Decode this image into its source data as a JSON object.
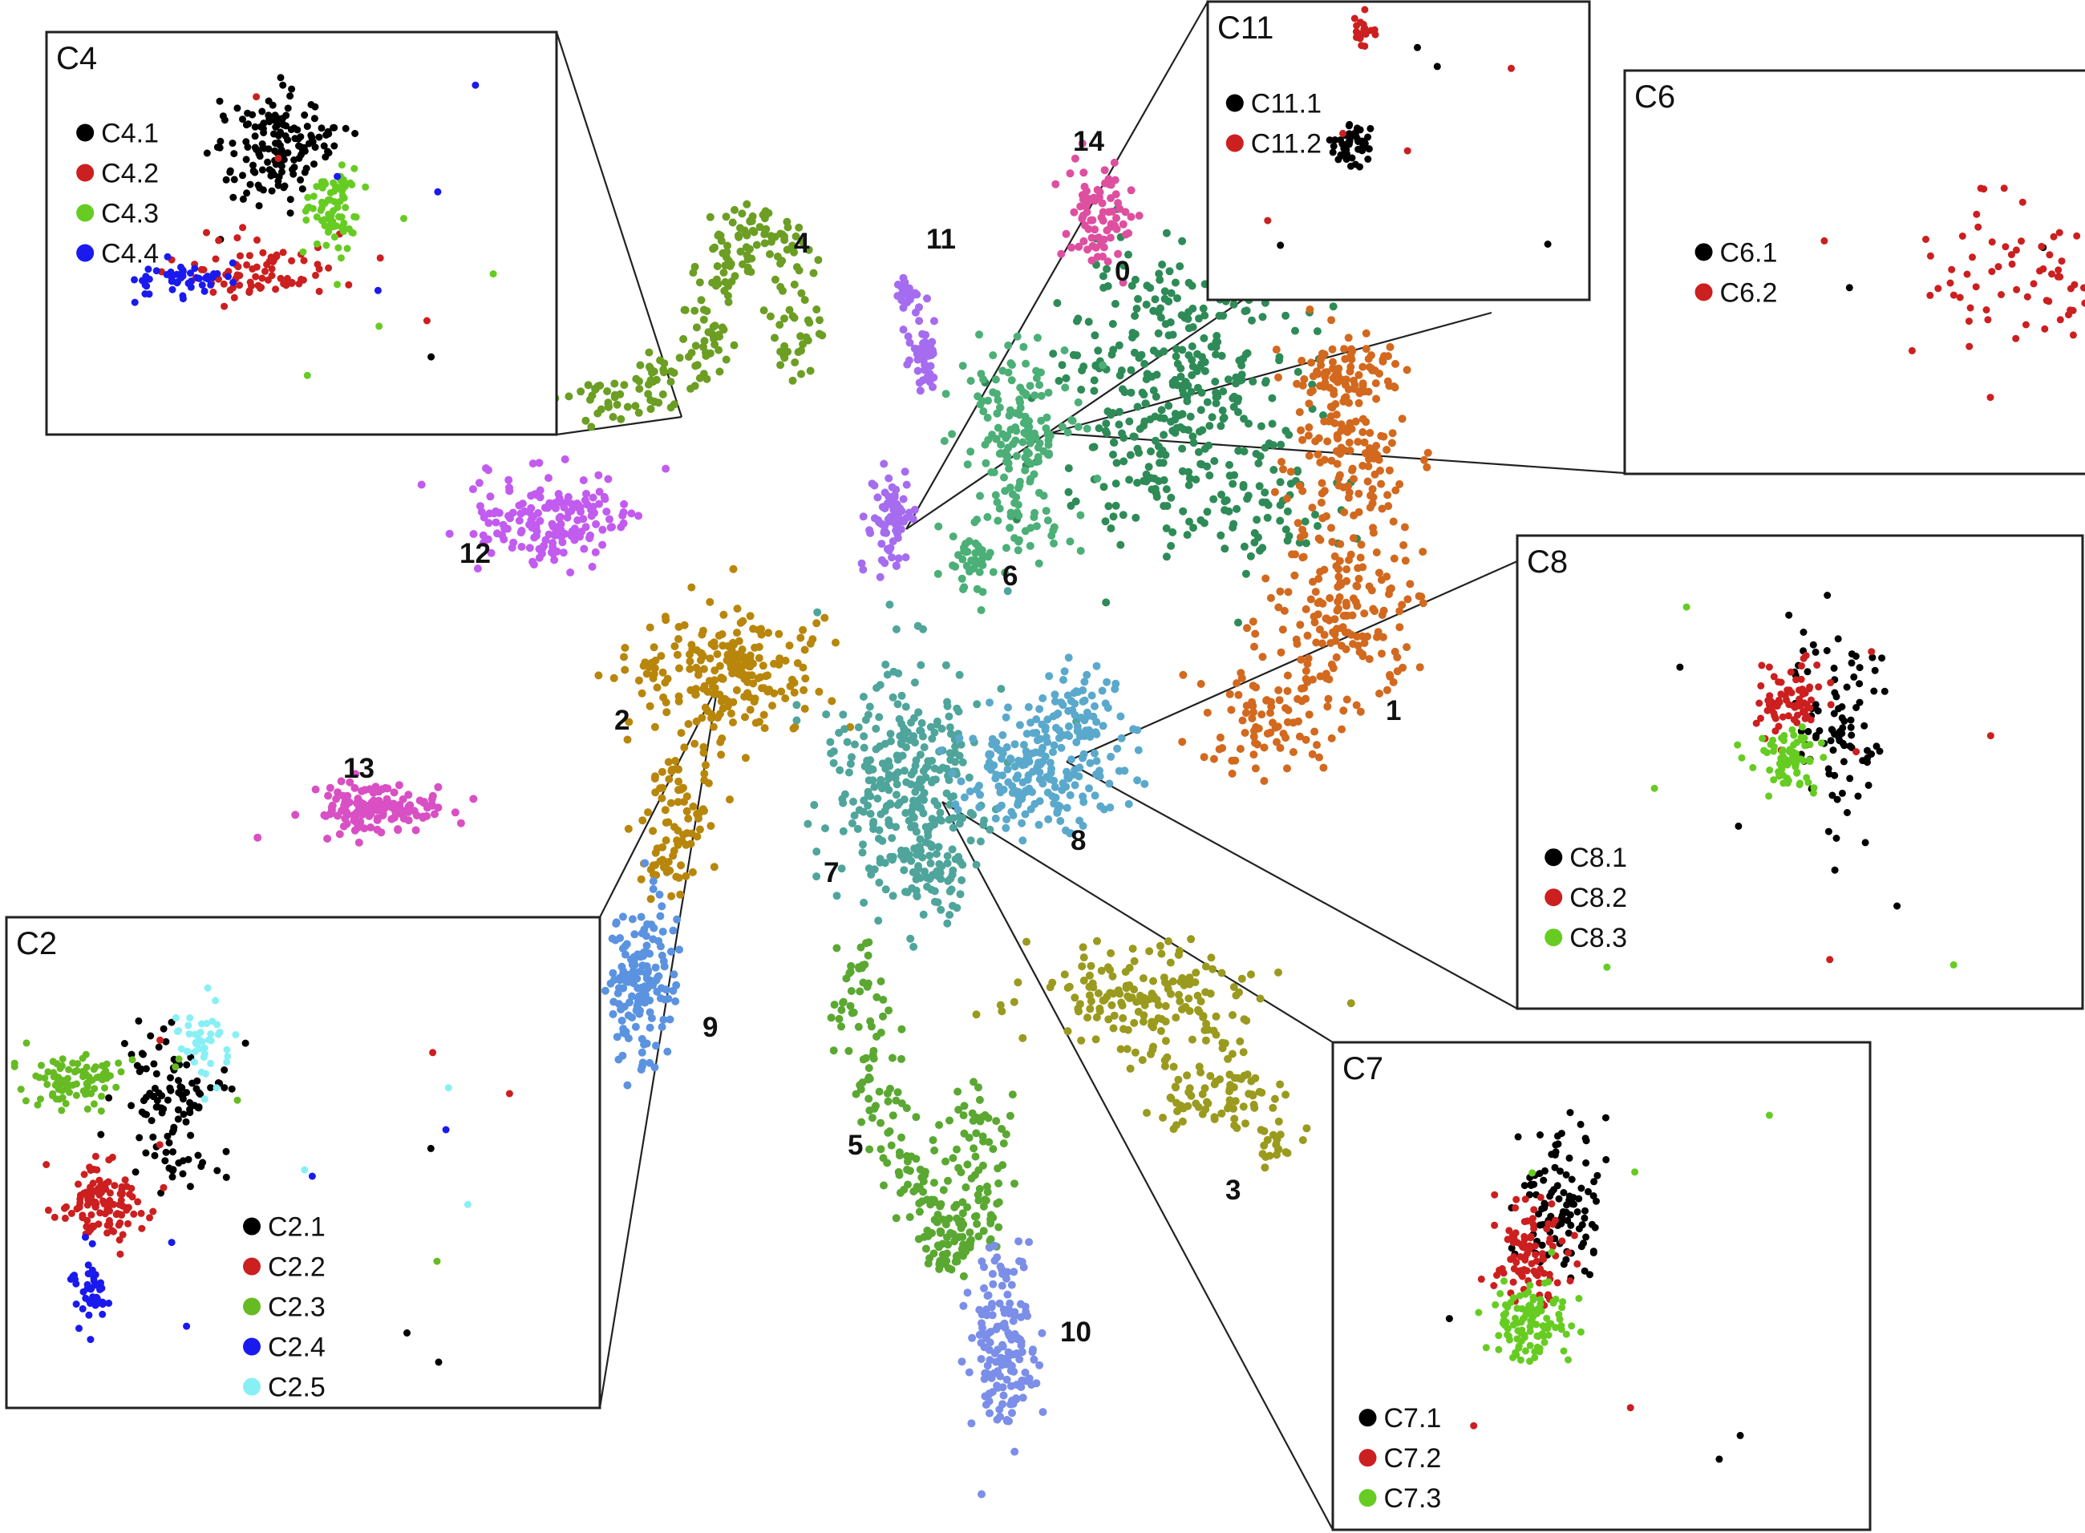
{
  "chart_data": {
    "type": "scatter",
    "clusters": [
      {
        "id": "0",
        "color": "#2e8b57"
      },
      {
        "id": "1",
        "color": "#d2691e"
      },
      {
        "id": "2",
        "color": "#b8860b"
      },
      {
        "id": "3",
        "color": "#9a9a1e"
      },
      {
        "id": "4",
        "color": "#6b9e23"
      },
      {
        "id": "5",
        "color": "#5aa832"
      },
      {
        "id": "6",
        "color": "#4caf77"
      },
      {
        "id": "7",
        "color": "#4fa59b"
      },
      {
        "id": "8",
        "color": "#5aa9cc"
      },
      {
        "id": "9",
        "color": "#5b93e0"
      },
      {
        "id": "10",
        "color": "#7b8ee8"
      },
      {
        "id": "11",
        "color": "#a56cef"
      },
      {
        "id": "12",
        "color": "#c25bef"
      },
      {
        "id": "13",
        "color": "#d94fc4"
      },
      {
        "id": "14",
        "color": "#de4f9f"
      }
    ],
    "insets": [
      {
        "title": "C4",
        "subclusters": [
          {
            "name": "C4.1",
            "color": "#000000"
          },
          {
            "name": "C4.2",
            "color": "#cc1f1f"
          },
          {
            "name": "C4.3",
            "color": "#66cc22"
          },
          {
            "name": "C4.4",
            "color": "#1a1aee"
          }
        ]
      },
      {
        "title": "C11",
        "subclusters": [
          {
            "name": "C11.1",
            "color": "#000000"
          },
          {
            "name": "C11.2",
            "color": "#cc1f1f"
          }
        ]
      },
      {
        "title": "C6",
        "subclusters": [
          {
            "name": "C6.1",
            "color": "#000000"
          },
          {
            "name": "C6.2",
            "color": "#cc1f1f"
          }
        ]
      },
      {
        "title": "C8",
        "subclusters": [
          {
            "name": "C8.1",
            "color": "#000000"
          },
          {
            "name": "C8.2",
            "color": "#cc1f1f"
          },
          {
            "name": "C8.3",
            "color": "#66cc22"
          }
        ]
      },
      {
        "title": "C2",
        "subclusters": [
          {
            "name": "C2.1",
            "color": "#000000"
          },
          {
            "name": "C2.2",
            "color": "#cc1f1f"
          },
          {
            "name": "C2.3",
            "color": "#66bb22"
          },
          {
            "name": "C2.4",
            "color": "#1a1aee"
          },
          {
            "name": "C2.5",
            "color": "#88f0f5"
          }
        ]
      },
      {
        "title": "C7",
        "subclusters": [
          {
            "name": "C7.1",
            "color": "#000000"
          },
          {
            "name": "C7.2",
            "color": "#cc1f1f"
          },
          {
            "name": "C7.3",
            "color": "#66cc22"
          }
        ]
      }
    ]
  }
}
